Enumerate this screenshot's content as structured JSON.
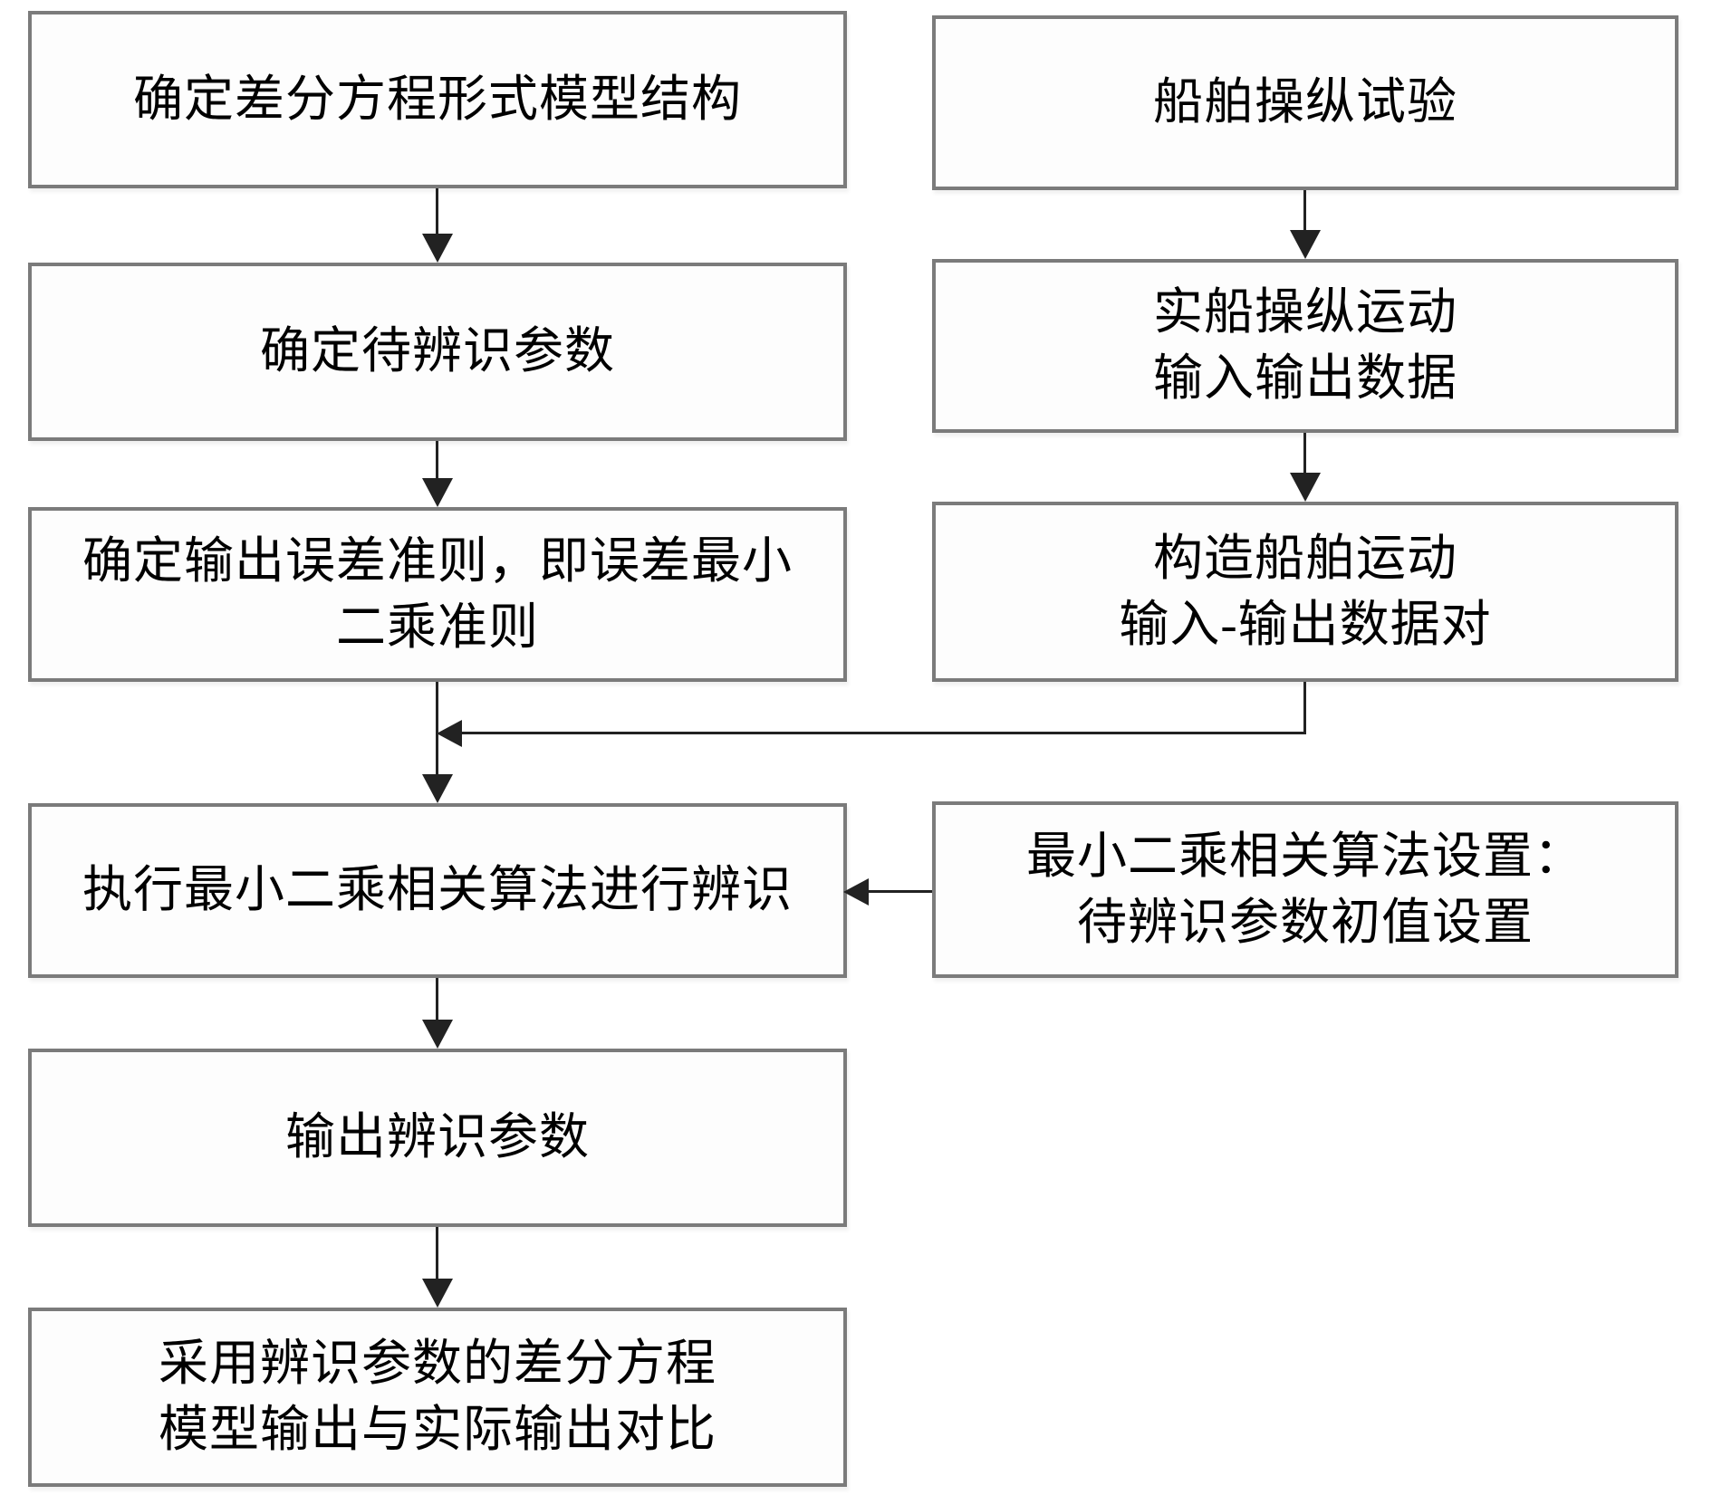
{
  "colors": {
    "background": "#ffffff",
    "box_fill": "#fdfdfd",
    "box_border": "#7b7b7b",
    "arrow": "#222222",
    "text": "#000000"
  },
  "flowchart": {
    "nodes": {
      "model_structure": {
        "label": "确定差分方程形式模型结构"
      },
      "maneuver_test": {
        "label": "船舶操纵试验"
      },
      "identify_params": {
        "label": "确定待辨识参数"
      },
      "real_ship_io": {
        "label": "实船操纵运动\n输入输出数据"
      },
      "error_criterion": {
        "label": "确定输出误差准则，即误差最小\n二乘准则"
      },
      "io_data_pairs": {
        "label": "构造船舶运动\n输入-输出数据对"
      },
      "run_algorithm": {
        "label": "执行最小二乘相关算法进行辨识"
      },
      "algorithm_init": {
        "label": "最小二乘相关算法设置：\n待辨识参数初值设置"
      },
      "output_params": {
        "label": "输出辨识参数"
      },
      "compare_output": {
        "label": "采用辨识参数的差分方程\n模型输出与实际输出对比"
      }
    }
  }
}
